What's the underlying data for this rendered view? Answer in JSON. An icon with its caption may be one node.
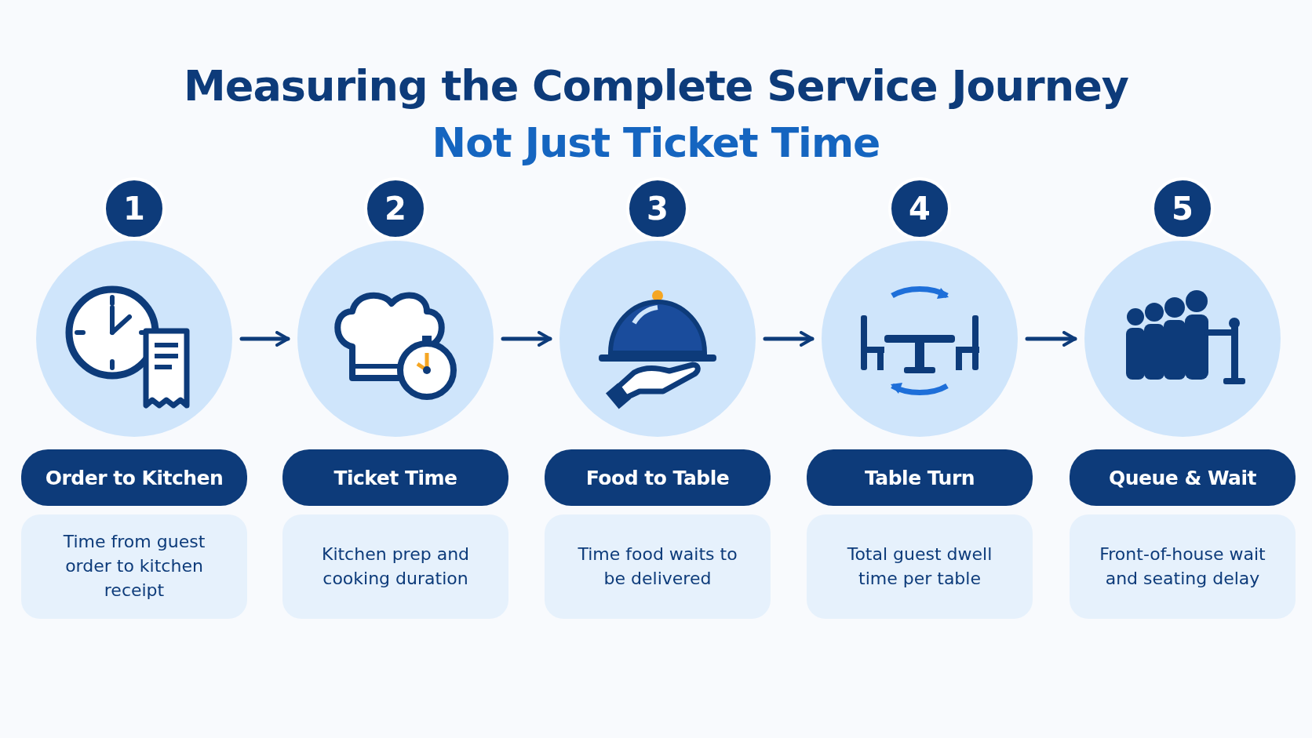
{
  "diagram": {
    "title": "Measuring the Complete Service Journey",
    "nodes": [
      {
        "text": [
          "1"
        ]
      },
      {
        "text": [],
        "shape": "circle"
      },
      {
        "text": [
          "Order to Kitchen"
        ]
      },
      {
        "text": [
          "Time from guest order to kitchen receipt"
        ]
      },
      {
        "text": [
          "2"
        ]
      },
      {
        "text": [],
        "shape": "circle"
      },
      {
        "text": [
          "Ticket Time"
        ]
      },
      {
        "text": [
          "Kitchen prep and cooking duration"
        ]
      },
      {
        "text": [
          "3"
        ]
      },
      {
        "text": [],
        "shape": "circle"
      },
      {
        "text": [
          "Food to Table"
        ]
      },
      {
        "text": [
          "Time food waits to be delivered"
        ]
      },
      {
        "text": [
          "4"
        ]
      },
      {
        "text": [],
        "shape": "circle"
      },
      {
        "text": [
          "Table Turn"
        ]
      },
      {
        "text": [
          "Total guest dwell time per table"
        ]
      },
      {
        "text": [
          "5"
        ]
      },
      {
        "text": [],
        "shape": "circle"
      },
      {
        "text": [
          "Queue & Wait"
        ]
      },
      {
        "text": [
          "Front-of-house wait and seating delay"
        ]
      }
    ],
    "edges": [
      {
        "from": 1,
        "to": 5,
        "arrow": "to"
      },
      {
        "from": 5,
        "to": 9,
        "arrow": "to"
      },
      {
        "from": 9,
        "to": 13,
        "arrow": "to"
      },
      {
        "from": 13,
        "to": 17,
        "arrow": "to"
      }
    ],
    "labels": [
      "Not Just Ticket Time"
    ]
  }
}
